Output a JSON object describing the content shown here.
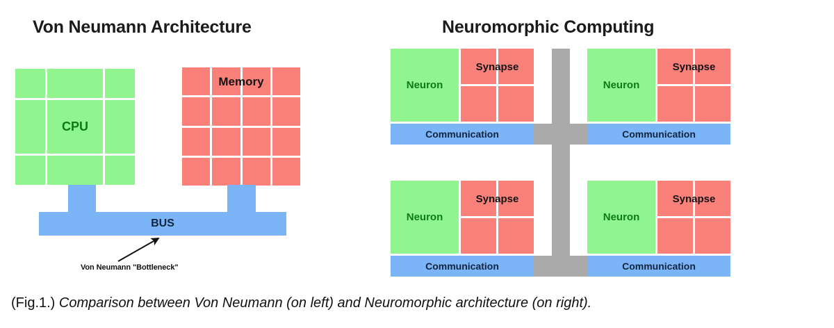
{
  "figure": {
    "caption_number": "(Fig.1.)",
    "caption_text": "Comparison between Von Neumann (on left) and Neuromorphic architecture (on right)."
  },
  "colors": {
    "green": "#90f58f",
    "green_text": "#0d7a18",
    "red": "#fa807a",
    "blue": "#7cb5f7",
    "blue_text": "#10243f",
    "gray": "#aaaaaa",
    "background": "#ffffff",
    "text": "#1b1b1b"
  },
  "von_neumann": {
    "title": "Von Neumann Architecture",
    "cpu": {
      "label": "CPU",
      "grid_rows": 3,
      "grid_cols": 3
    },
    "memory": {
      "label": "Memory",
      "grid_rows": 4,
      "grid_cols": 4
    },
    "bus": {
      "label": "BUS"
    },
    "annotation": {
      "label": "Von Neumann \"Bottleneck\"",
      "arrow_icon": "arrow-up-right-icon"
    }
  },
  "neuromorphic": {
    "title": "Neuromorphic Computing",
    "core_labels": {
      "neuron": "Neuron",
      "synapse": "Synapse",
      "communication": "Communication"
    },
    "synapse_grid_rows": 2,
    "synapse_grid_cols": 2,
    "cores": [
      {
        "position": "top-left",
        "neuron": "Neuron",
        "synapse": "Synapse",
        "communication": "Communication"
      },
      {
        "position": "top-right",
        "neuron": "Neuron",
        "synapse": "Synapse",
        "communication": "Communication"
      },
      {
        "position": "bottom-left",
        "neuron": "Neuron",
        "synapse": "Synapse",
        "communication": "Communication"
      },
      {
        "position": "bottom-right",
        "neuron": "Neuron",
        "synapse": "Synapse",
        "communication": "Communication"
      }
    ],
    "interconnect": {
      "name": "shared-interconnect-bus"
    }
  }
}
